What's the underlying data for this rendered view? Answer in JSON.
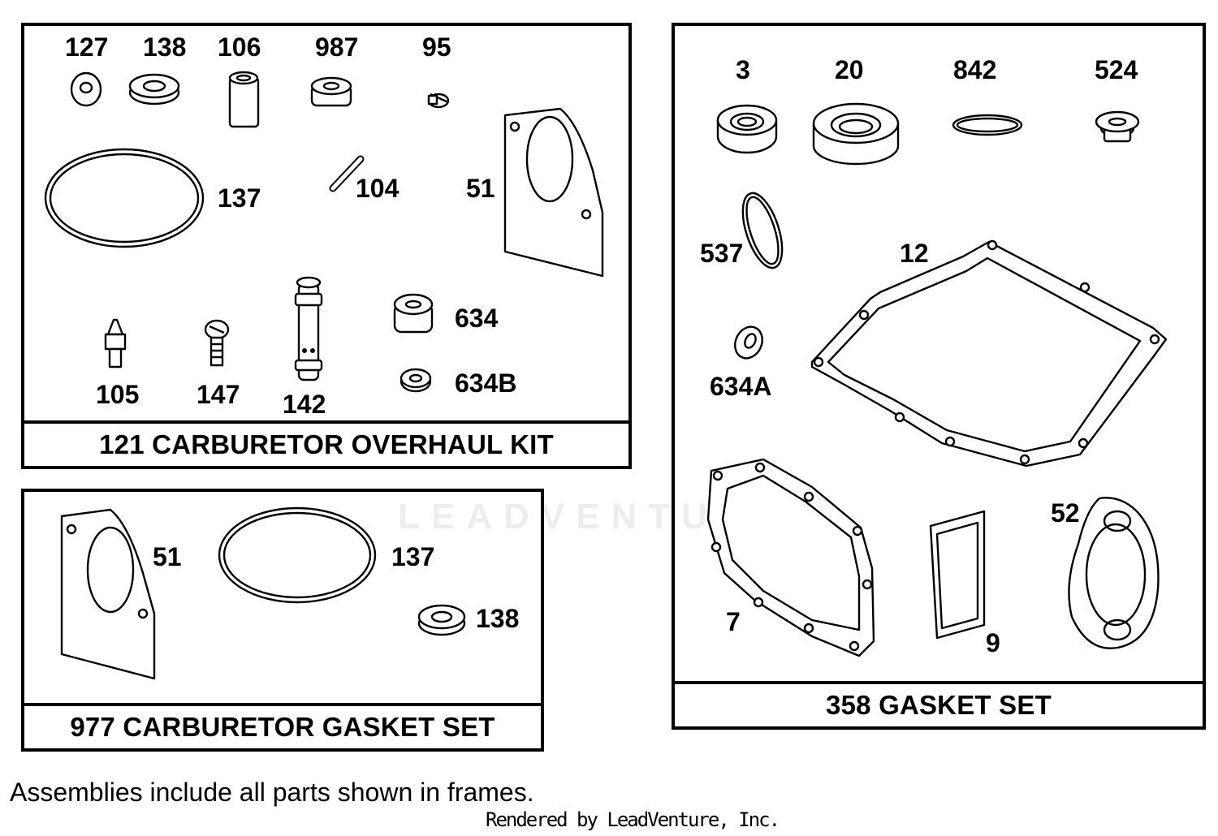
{
  "frames": {
    "carb_overhaul_kit": {
      "title": "121 CARBURETOR OVERHAUL KIT",
      "parts": [
        "127",
        "138",
        "106",
        "987",
        "95",
        "137",
        "104",
        "51",
        "105",
        "147",
        "142",
        "634",
        "634B"
      ]
    },
    "carb_gasket_set": {
      "title": "977 CARBURETOR GASKET SET",
      "parts": [
        "51",
        "137",
        "138"
      ]
    },
    "gasket_set": {
      "title": "358 GASKET SET",
      "parts": [
        "3",
        "20",
        "842",
        "524",
        "537",
        "12",
        "634A",
        "7",
        "9",
        "52"
      ]
    }
  },
  "watermark": "LEADVENTURE",
  "footer": {
    "note": "Assemblies include all parts shown in frames.",
    "rendered_by": "Rendered by LeadVenture, Inc."
  }
}
